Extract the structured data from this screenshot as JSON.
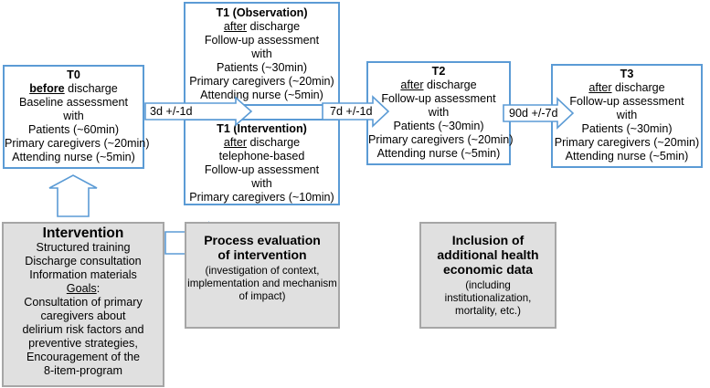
{
  "colors": {
    "box_border": "#5b9bd5",
    "gray_fill": "#e0e0e0",
    "gray_border": "#a6a6a6"
  },
  "t0": {
    "title": "T0",
    "when_emph": "before",
    "when_rest": " discharge",
    "lines": [
      "Baseline assessment",
      "with",
      "Patients (~60min)",
      "Primary caregivers (~20min)",
      "Attending nurse (~5min)"
    ]
  },
  "t1_obs": {
    "title": "T1 (Observation)",
    "when_emph": "after",
    "when_rest": " discharge",
    "lines": [
      "Follow-up assessment",
      "with",
      "Patients (~30min)",
      "Primary caregivers (~20min)",
      "Attending nurse (~5min)"
    ]
  },
  "t1_int": {
    "title": "T1 (Intervention)",
    "when_emph": "after",
    "when_rest": " discharge",
    "lines": [
      "telephone-based",
      "Follow-up assessment",
      "with",
      "Primary caregivers (~10min)"
    ]
  },
  "t2": {
    "when_title": "T2",
    "when_emph": "after",
    "when_rest": " discharge",
    "lines": [
      "Follow-up assessment",
      "with",
      "Patients (~30min)",
      "Primary caregivers (~20min)",
      "Attending nurse (~5min)"
    ]
  },
  "t3": {
    "when_title": "T3",
    "when_emph": "after",
    "when_rest": " discharge",
    "lines": [
      "Follow-up assessment",
      "with",
      "Patients (~30min)",
      "Primary caregivers (~20min)",
      "Attending nurse (~5min)"
    ]
  },
  "arrows": {
    "a1": "3d +/-1d",
    "a2": "7d +/-1d",
    "a3": "90d +/-7d"
  },
  "intervention": {
    "title": "Intervention",
    "items": [
      "Structured training",
      "Discharge consultation",
      "Information materials"
    ],
    "goals_label": "Goals",
    "goals_colon": ":",
    "goals": [
      "Consultation of primary",
      "caregivers about",
      "delirium risk factors and",
      "preventive strategies,",
      "Encouragement of the",
      "8-item-program"
    ]
  },
  "process": {
    "title_lines": [
      "Process evaluation",
      "of intervention"
    ],
    "desc_lines": [
      "(investigation of context,",
      "implementation and mechanism",
      "of impact)"
    ]
  },
  "inclusion": {
    "title_lines": [
      "Inclusion of",
      "additional health",
      "economic data"
    ],
    "desc_lines": [
      "(including",
      "institutionalization,",
      "mortality, etc.)"
    ]
  }
}
